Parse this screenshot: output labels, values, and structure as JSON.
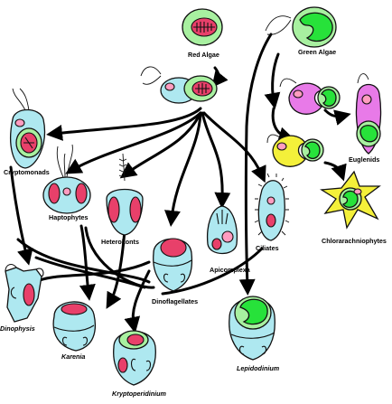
{
  "labels": {
    "red_algae": "Red Algae",
    "green_algae": "Green Algae",
    "cryptomonads": "Cryptomonads",
    "haptophytes": "Haptophytes",
    "heterokonts": "Heterokonts",
    "apicomplexa": "Apicomplexa",
    "ciliates": "Ciliates",
    "dinoflagellates": "Dinoflagellates",
    "euglenids": "Euglenids",
    "chlorarachniophytes": "Chlorarachniophytes",
    "dinophysis": "Dinophysis",
    "karenia": "Karenia",
    "kryptoperidinium": "Kryptoperidinium",
    "lepidodinium": "Lepidodinium"
  },
  "colors": {
    "host_cytoplasm": "#aee8f0",
    "green_plastid": "#27e23a",
    "red_plastid": "#e8406a",
    "euglenid_host": "#e87ae8",
    "chlorarachniophyte_host": "#f4f03a"
  }
}
